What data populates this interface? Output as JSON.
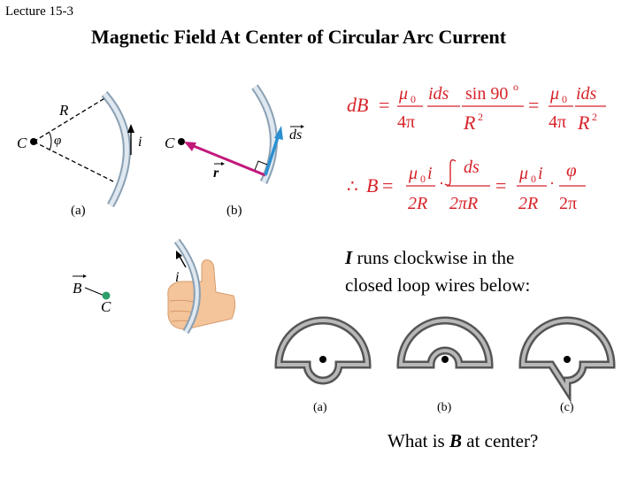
{
  "header": {
    "lecture": "Lecture 15-3",
    "title": "Magnetic Field At Center of Circular Arc Current"
  },
  "figure_ab": {
    "a": {
      "label_R": "R",
      "label_C": "C",
      "label_phi": "φ",
      "label_i": "i",
      "caption": "(a)"
    },
    "b": {
      "label_C": "C",
      "label_r": "r",
      "label_ds": "ds",
      "caption": "(b)"
    }
  },
  "equations": {
    "eq1": {
      "dB": "dB",
      "mu0": "μ",
      "sub0": "0",
      "fourpi": "4π",
      "ids": "ids",
      "sin90": "sin 90",
      "deg": "o",
      "R2": "R",
      "sq": "2"
    },
    "eq2": {
      "therefore": "∴",
      "B": "B",
      "mu0i": "μ",
      "sub0": "0",
      "i": "i",
      "twoR": "2R",
      "ds": "ds",
      "twopiR": "2πR",
      "phi": "φ",
      "twopi": "2π"
    }
  },
  "figure_c": {
    "label_B": "B",
    "label_C": "C",
    "label_i": "i"
  },
  "statement": {
    "I": "I",
    "text_line1": " runs clockwise in the",
    "text_line2": "closed loop wires below:"
  },
  "loops": {
    "a": "(a)",
    "b": "(b)",
    "c": "(c)"
  },
  "question": {
    "prefix": "What is ",
    "B": "B",
    "suffix": " at center?"
  },
  "colors": {
    "arc": "#c4d3e0",
    "arc_edge": "#8aa0b3",
    "ds_arrow": "#2b8fd0",
    "r_arrow": "#c2187a",
    "dot_green": "#2e9e6a",
    "equation_red": "#d7232a",
    "loop_fill": "#8f8f8f"
  }
}
